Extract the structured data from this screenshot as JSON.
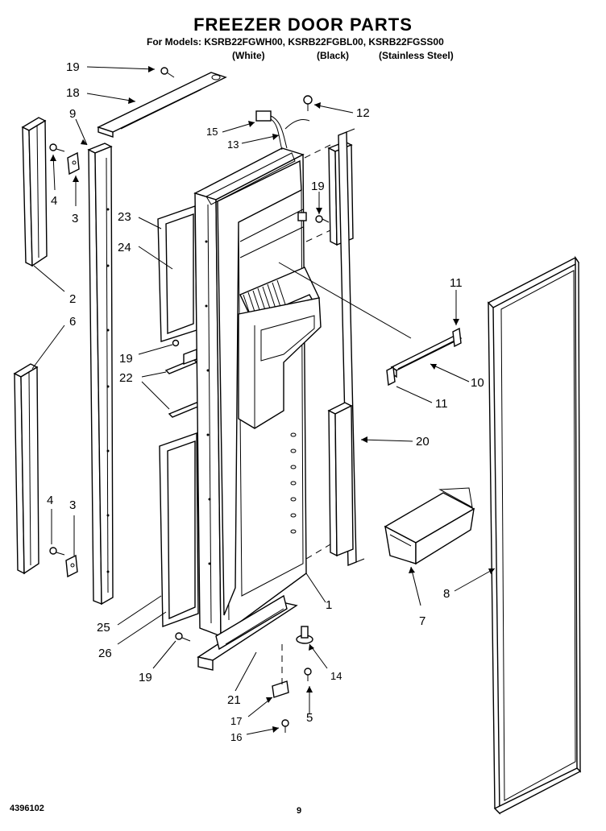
{
  "header": {
    "title": "FREEZER DOOR PARTS",
    "models_line": "For Models: KSRB22FGWH00, KSRB22FGBL00, KSRB22FGSS00",
    "variants": [
      "(White)",
      "(Black)",
      "(Stainless Steel)"
    ]
  },
  "footer": {
    "code": "4396102",
    "page": "9"
  },
  "callouts": [
    "19",
    "18",
    "9",
    "4",
    "3",
    "2",
    "6",
    "23",
    "24",
    "19",
    "22",
    "4",
    "3",
    "25",
    "26",
    "19",
    "15",
    "13",
    "12",
    "19",
    "11",
    "10",
    "11",
    "20",
    "1",
    "8",
    "7",
    "14",
    "5",
    "21",
    "17",
    "16"
  ]
}
